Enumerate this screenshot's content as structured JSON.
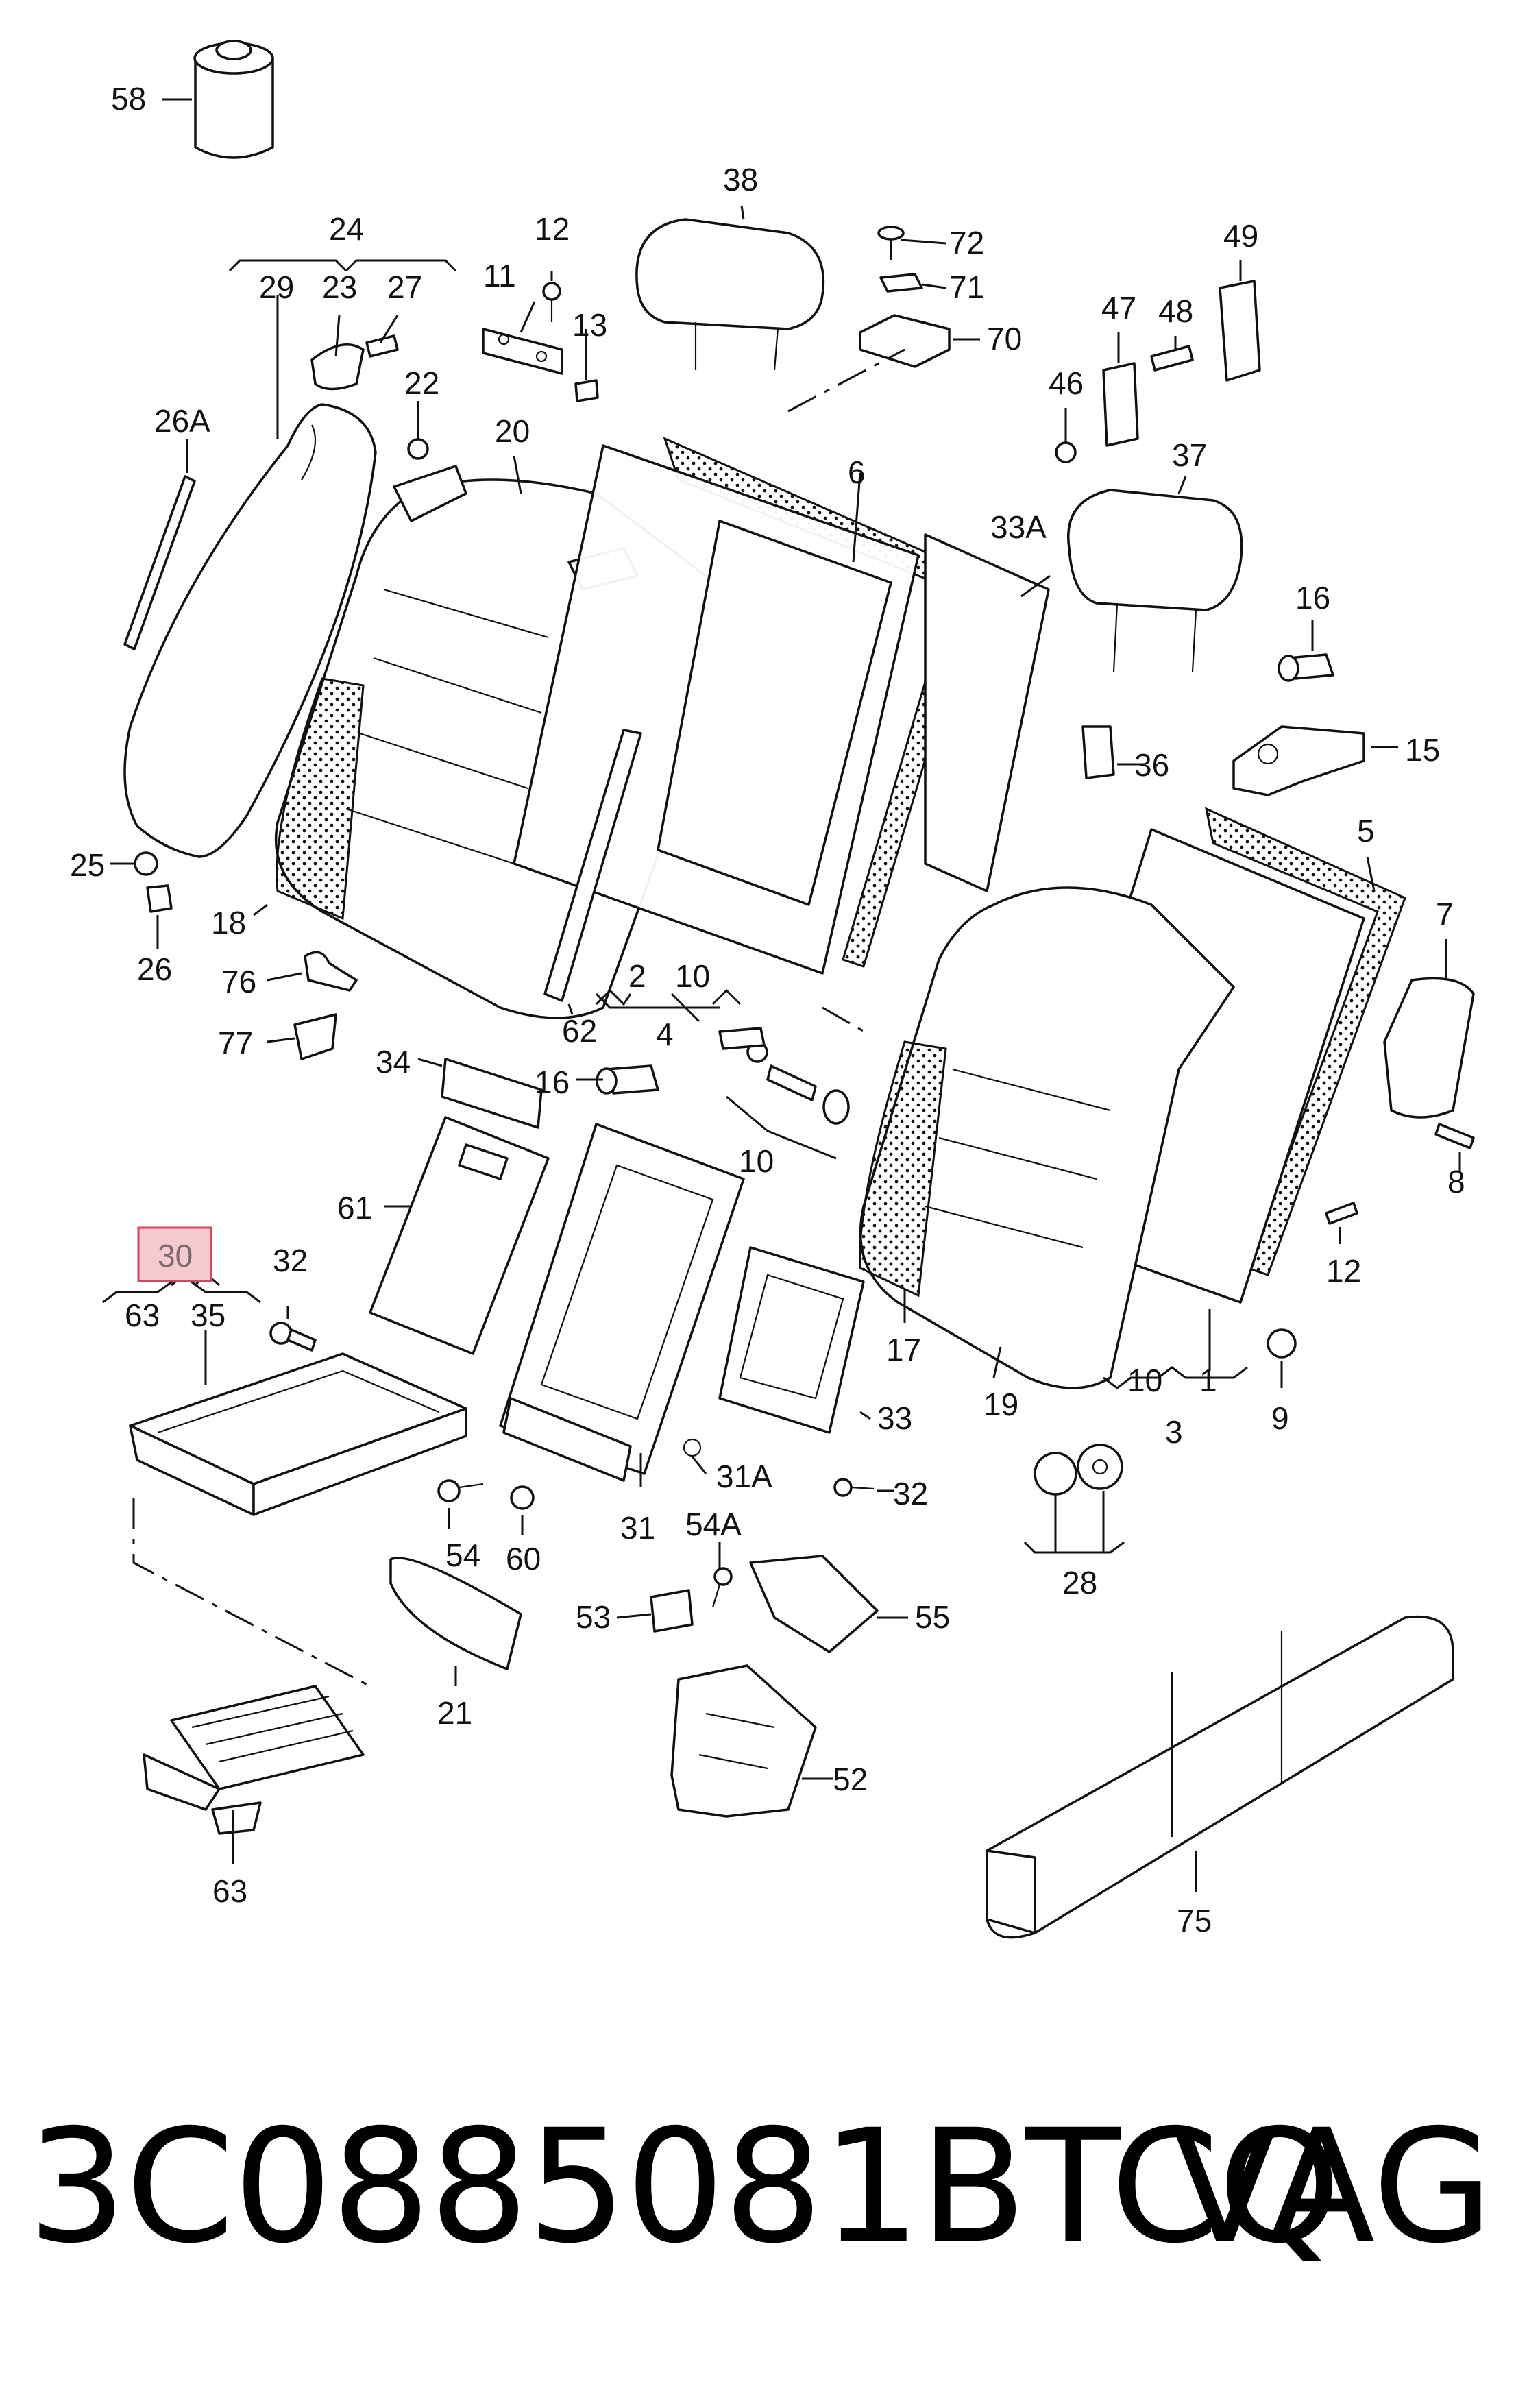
{
  "labels": {
    "l58": "58",
    "l24": "24",
    "l29": "29",
    "l23": "23",
    "l27": "27",
    "l22": "22",
    "l26A": "26A",
    "l20": "20",
    "l12a": "12",
    "l11": "11",
    "l13": "13",
    "l38": "38",
    "l72": "72",
    "l71": "71",
    "l70": "70",
    "l49": "49",
    "l47": "47",
    "l48": "48",
    "l46": "46",
    "l6": "6",
    "l33A": "33A",
    "l37": "37",
    "l16a": "16",
    "l15": "15",
    "l36": "36",
    "l5": "5",
    "l7": "7",
    "l8": "8",
    "l12b": "12",
    "l25": "25",
    "l26": "26",
    "l18": "18",
    "l76": "76",
    "l77": "77",
    "l62": "62",
    "l2": "2",
    "l10a": "10",
    "l4": "4",
    "l34": "34",
    "l16b": "16",
    "l10b": "10",
    "l61": "61",
    "l30": "30",
    "l63a": "63",
    "l35": "35",
    "l32a": "32",
    "l31": "31",
    "l31A": "31A",
    "l33": "33",
    "l32b": "32",
    "l17": "17",
    "l19": "19",
    "l10c": "10",
    "l1": "1",
    "l3": "3",
    "l9": "9",
    "l28": "28",
    "l54": "54",
    "l60": "60",
    "l54A": "54A",
    "l53": "53",
    "l55": "55",
    "l21": "21",
    "l52": "52",
    "l63b": "63",
    "l75": "75"
  },
  "highlight": {
    "label_key": "l30",
    "color": "#f6c9cf",
    "border": "#d1485e"
  },
  "footer": {
    "part_number": "3C0885081BTCQ",
    "brand": "VAG"
  }
}
